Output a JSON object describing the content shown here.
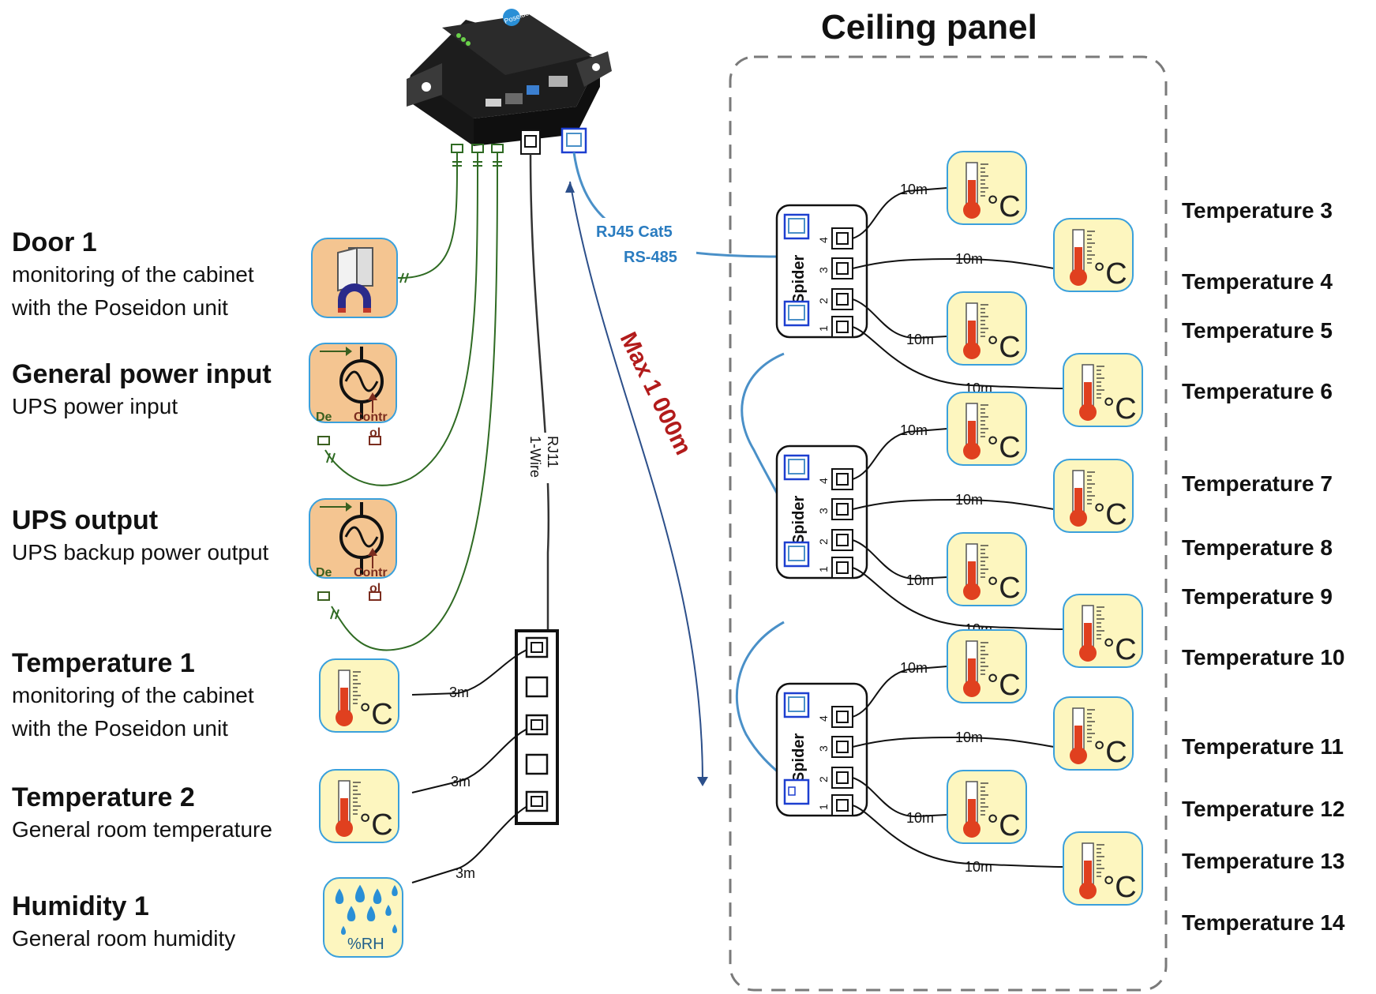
{
  "ceiling_panel": {
    "title": "Ceiling panel"
  },
  "left_labels": [
    {
      "title": "Door 1",
      "sub1": "monitoring of the cabinet",
      "sub2": "with the Poseidon unit"
    },
    {
      "title": "General power input",
      "sub1": "UPS power input",
      "sub2": ""
    },
    {
      "title": "UPS output",
      "sub1": "UPS backup power output",
      "sub2": ""
    },
    {
      "title": "Temperature 1",
      "sub1": "monitoring of the cabinet",
      "sub2": "with the Poseidon unit"
    },
    {
      "title": "Temperature 2",
      "sub1": "General room temperature",
      "sub2": ""
    },
    {
      "title": "Humidity 1",
      "sub1": "General room humidity",
      "sub2": ""
    }
  ],
  "right_labels": [
    "Temperature 3",
    "Temperature 4",
    "Temperature 5",
    "Temperature 6",
    "Temperature 7",
    "Temperature 8",
    "Temperature 9",
    "Temperature 10",
    "Temperature 11",
    "Temperature 12",
    "Temperature 13",
    "Temperature 14"
  ],
  "connections": {
    "rj45_line1": "RJ45 Cat5",
    "rj45_line2": "RS-485",
    "max_distance": "Max 1 000m",
    "rj11_line1": "RJ11",
    "rj11_line2": "1-Wire",
    "cable_3m": "3m",
    "cable_10m": "10m"
  },
  "spider": {
    "label": "Spider",
    "ports": [
      "4",
      "3",
      "2",
      "1"
    ]
  },
  "sensor_icons": {
    "unit_celsius": "°C",
    "humidity_unit": "%RH",
    "power_left_terminal": "De",
    "power_right_terminal": "Contr",
    "power_right_terminal_2": "ol"
  },
  "device": {
    "brand": "Poseidon"
  },
  "colors": {
    "sensor_fill": "#fdf6bf",
    "sensor_border": "#3aa0dc",
    "power_fill": "#f4c591",
    "dry_contact_wire": "#2f6b23",
    "onewire_wire": "#333333",
    "rs485_wire": "#4a90c8",
    "max_text": "#b21b1b",
    "rs485_text": "#2a7cc0",
    "arrow_line": "#2c4f8a",
    "thermo_red": "#e0401f"
  }
}
